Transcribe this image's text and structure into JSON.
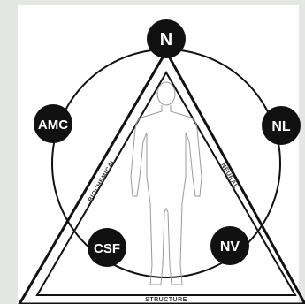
{
  "diagram": {
    "nodes": [
      {
        "id": "top",
        "label": "N"
      },
      {
        "id": "left",
        "label": "AMC"
      },
      {
        "id": "right",
        "label": "NL"
      },
      {
        "id": "bottom-left",
        "label": "CSF"
      },
      {
        "id": "bottom-right",
        "label": "NV"
      }
    ],
    "sides": {
      "left": "BIOCHEMICAL",
      "right": "NEURAL",
      "bottom": "STRUCTURE"
    }
  },
  "colors": {
    "background": "#e4e6e4",
    "panel": "#ffffff",
    "node_fill": "#111111",
    "node_text": "#ffffff",
    "line": "#111111"
  }
}
